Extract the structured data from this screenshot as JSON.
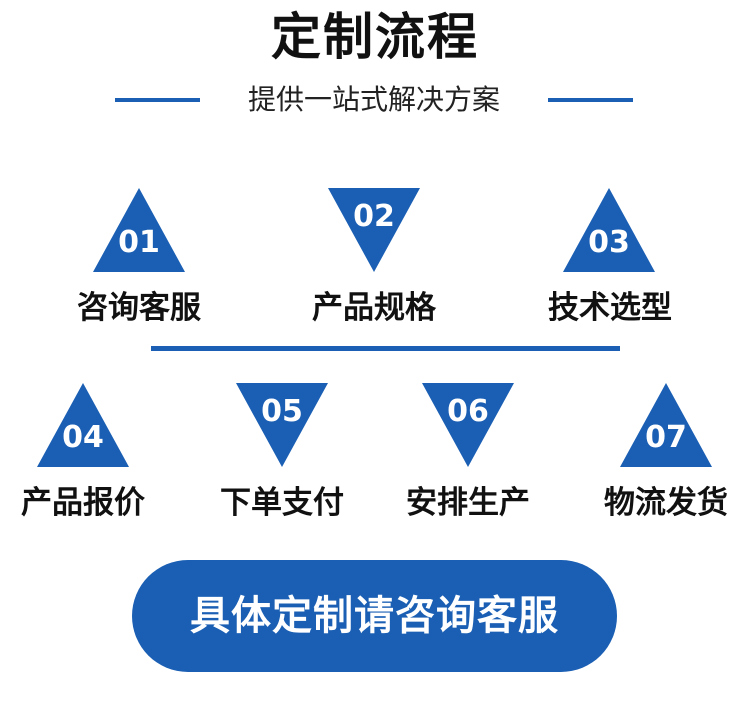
{
  "header": {
    "title": "定制流程",
    "subtitle": "提供一站式解决方案"
  },
  "steps": [
    {
      "number": "01",
      "label": "咨询客服",
      "direction": "up"
    },
    {
      "number": "02",
      "label": "产品规格",
      "direction": "down"
    },
    {
      "number": "03",
      "label": "技术选型",
      "direction": "up"
    },
    {
      "number": "04",
      "label": "产品报价",
      "direction": "up"
    },
    {
      "number": "05",
      "label": "下单支付",
      "direction": "down"
    },
    {
      "number": "06",
      "label": "安排生产",
      "direction": "down"
    },
    {
      "number": "07",
      "label": "物流发货",
      "direction": "up"
    }
  ],
  "cta": {
    "label": "具体定制请咨询客服"
  },
  "colors": {
    "accent": "#1a5fb4",
    "text": "#111111",
    "background": "#ffffff"
  }
}
